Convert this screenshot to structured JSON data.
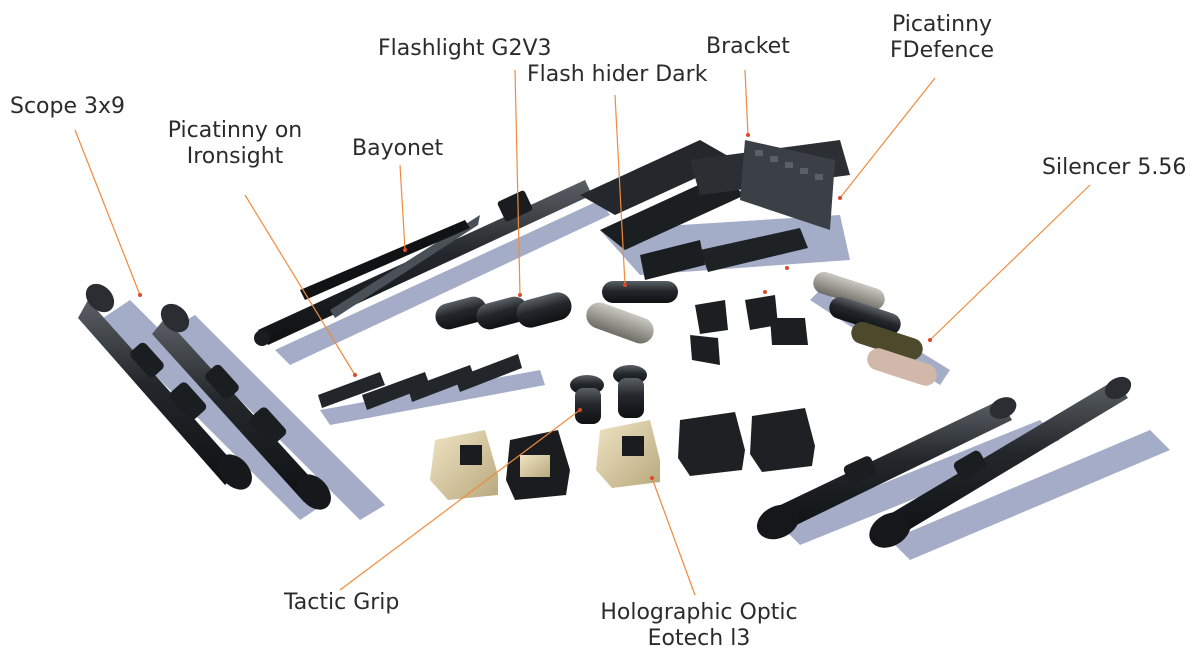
{
  "labels": {
    "scope": "Scope 3x9",
    "picatinny_iron_1": "Picatinny on",
    "picatinny_iron_2": "Ironsight",
    "bayonet": "Bayonet",
    "flashlight": "Flashlight G2V3",
    "flash_hider": "Flash hider Dark",
    "bracket": "Bracket",
    "picatinny_fdef_1": "Picatinny",
    "picatinny_fdef_2": "FDefence",
    "silencer": "Silencer 5.56",
    "tactic_grip": "Tactic Grip",
    "holo_1": "Holographic Optic",
    "holo_2": "Eotech l3"
  },
  "colors": {
    "leader_line": "#f08a3c",
    "metal_dark": "#1e2124",
    "metal_mid": "#3a3f44",
    "tan": "#d8c9a0",
    "shadow": "#5a6a9a",
    "label_text": "#2b2b2b"
  }
}
